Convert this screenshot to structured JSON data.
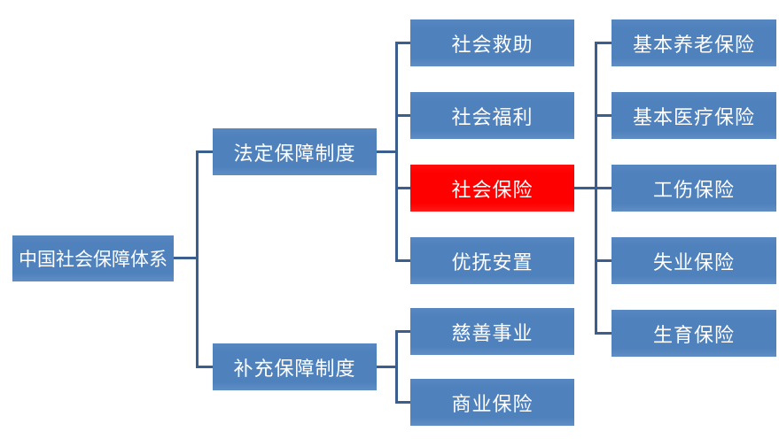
{
  "diagram": {
    "title": "中国社会保障体系",
    "colors": {
      "node_fill": "#4F81BD",
      "highlight_fill": "#FF0000",
      "connector": "#3A5F8F",
      "text": "#FFFFFF",
      "background": "#FFFFFF"
    },
    "root": {
      "label": "中国社会保障体系"
    },
    "level2": [
      {
        "label": "法定保障制度"
      },
      {
        "label": "补充保障制度"
      }
    ],
    "level3_statutory": [
      {
        "label": "社会救助"
      },
      {
        "label": "社会福利"
      },
      {
        "label": "社会保险",
        "highlight": true
      },
      {
        "label": "优抚安置"
      }
    ],
    "level3_supplementary": [
      {
        "label": "慈善事业"
      },
      {
        "label": "商业保险"
      }
    ],
    "level4_social_insurance": [
      {
        "label": "基本养老保险"
      },
      {
        "label": "基本医疗保险"
      },
      {
        "label": "工伤保险"
      },
      {
        "label": "失业保险"
      },
      {
        "label": "生育保险"
      }
    ]
  }
}
